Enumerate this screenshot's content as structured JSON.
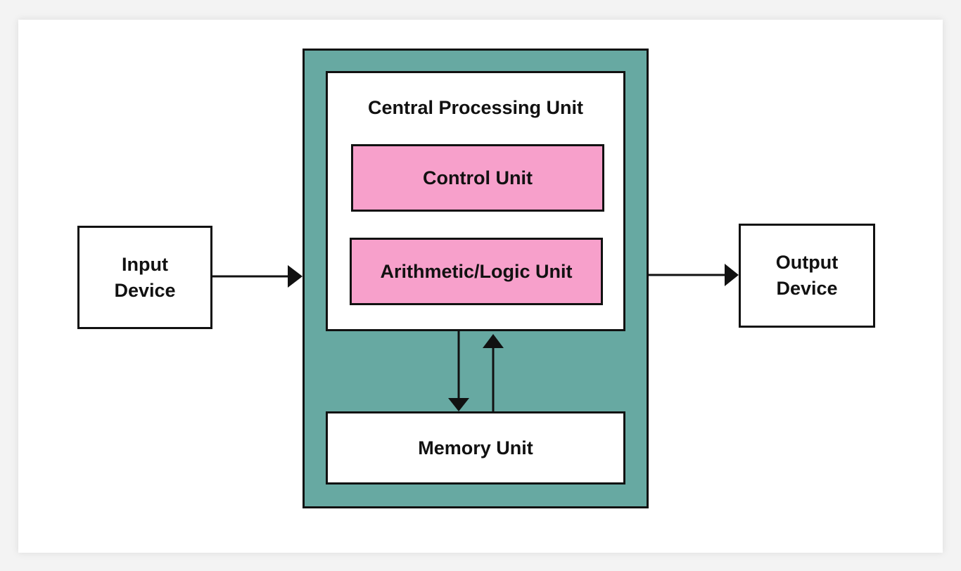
{
  "diagram": {
    "input": {
      "line1": "Input",
      "line2": "Device"
    },
    "output": {
      "line1": "Output",
      "line2": "Device"
    },
    "cpu": {
      "title": "Central Processing Unit",
      "control_unit": "Control Unit",
      "alu": "Arithmetic/Logic Unit"
    },
    "memory": "Memory Unit"
  },
  "colors": {
    "outer": "#67a9a2",
    "unit": "#f7a0cb",
    "border": "#111111",
    "background": "#ffffff"
  }
}
